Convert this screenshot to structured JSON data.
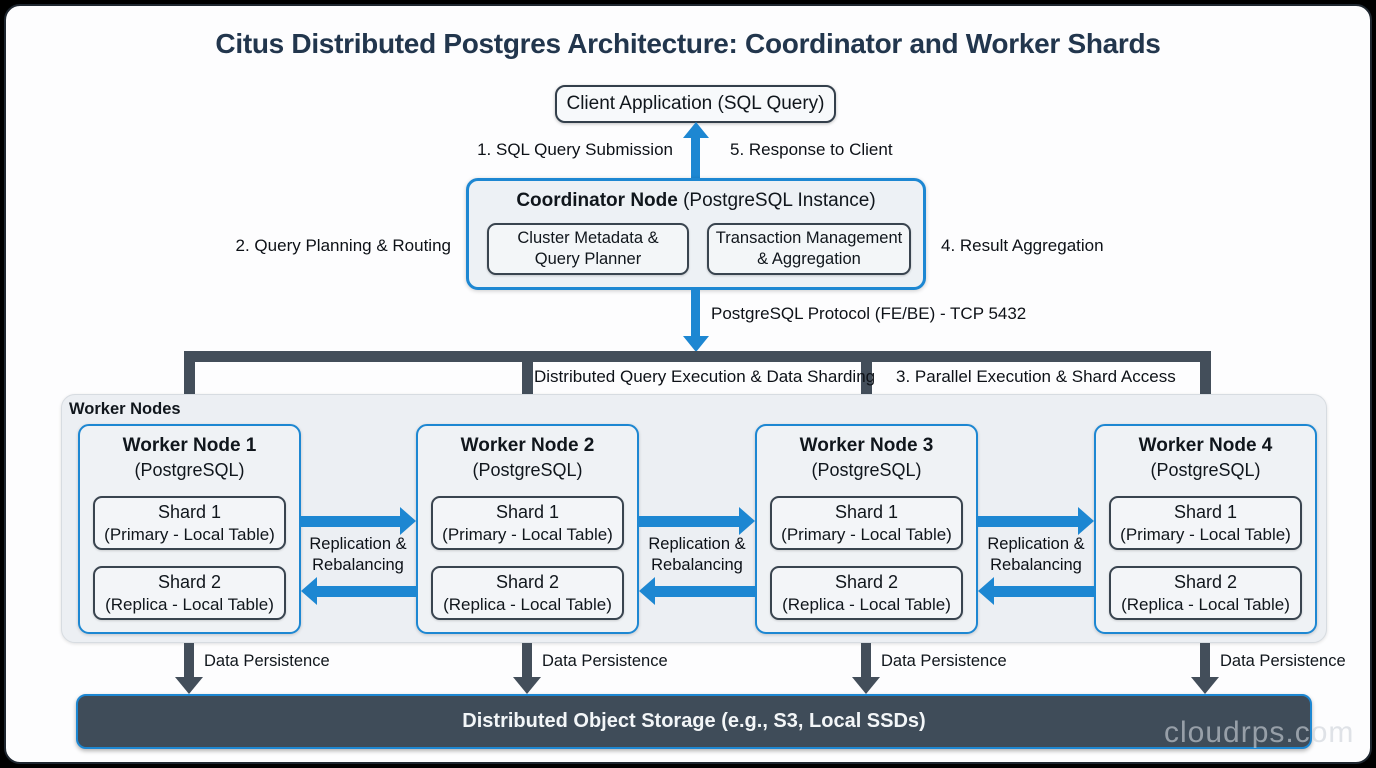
{
  "title": "Citus Distributed Postgres Architecture: Coordinator and Worker Shards",
  "client": {
    "label": "Client Application (SQL Query)"
  },
  "labels": {
    "submission": "1. SQL Query Submission",
    "response": "5. Response to Client",
    "planning": "2. Query Planning & Routing",
    "aggregation": "4. Result Aggregation",
    "protocol": "PostgreSQL Protocol (FE/BE) - TCP 5432",
    "distribution": "Distributed Query Execution & Data Sharding",
    "parallel": "3. Parallel Execution & Shard Access"
  },
  "coordinator": {
    "title_bold": "Coordinator Node",
    "title_rest": " (PostgreSQL Instance)",
    "components": [
      {
        "line1": "Cluster Metadata &",
        "line2": "Query Planner"
      },
      {
        "line1": "Transaction Management",
        "line2": "& Aggregation"
      }
    ]
  },
  "worker_group": {
    "label": "Worker Nodes"
  },
  "workers": [
    {
      "title": "Worker Node 1",
      "subtitle": "(PostgreSQL)",
      "shards": [
        {
          "name": "Shard 1",
          "detail": "(Primary - Local Table)"
        },
        {
          "name": "Shard 2",
          "detail": "(Replica - Local Table)"
        }
      ]
    },
    {
      "title": "Worker Node 2",
      "subtitle": "(PostgreSQL)",
      "shards": [
        {
          "name": "Shard 1",
          "detail": "(Primary - Local Table)"
        },
        {
          "name": "Shard 2",
          "detail": "(Replica - Local Table)"
        }
      ]
    },
    {
      "title": "Worker Node 3",
      "subtitle": "(PostgreSQL)",
      "shards": [
        {
          "name": "Shard 1",
          "detail": "(Primary - Local Table)"
        },
        {
          "name": "Shard 2",
          "detail": "(Replica - Local Table)"
        }
      ]
    },
    {
      "title": "Worker Node 4",
      "subtitle": "(PostgreSQL)",
      "shards": [
        {
          "name": "Shard 1",
          "detail": "(Primary - Local Table)"
        },
        {
          "name": "Shard 2",
          "detail": "(Replica - Local Table)"
        }
      ]
    }
  ],
  "replication": {
    "line1": "Replication &",
    "line2": "Rebalancing"
  },
  "persistence_label": "Data Persistence",
  "storage": {
    "label": "Distributed Object Storage (e.g., S3, Local SSDs)"
  },
  "watermark": "cloudrps.com",
  "colors": {
    "blue": "#1d87d2",
    "slate": "#434e5a",
    "navy": "#22364d",
    "ink": "#10161c"
  }
}
